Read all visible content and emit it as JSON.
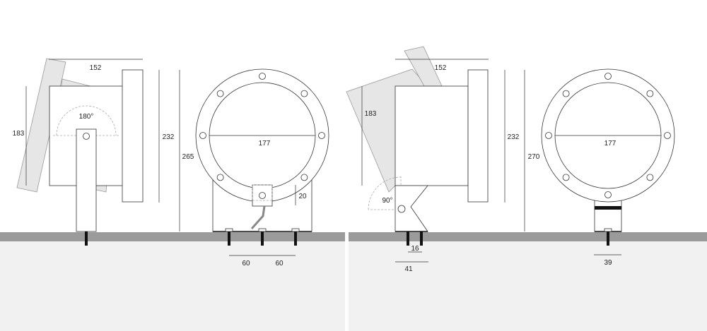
{
  "left_group": {
    "side_view": {
      "width": "152",
      "lens_height": "183",
      "tilt_angle": "180°",
      "flange_height": "232",
      "total_height": "265"
    },
    "front_view": {
      "diameter": "177",
      "offset": "20",
      "bolt_spacing_1": "60",
      "bolt_spacing_2": "60"
    }
  },
  "right_group": {
    "side_view": {
      "width": "152",
      "lens_height": "183",
      "tilt_angle": "90°",
      "flange_height": "232",
      "total_height": "270",
      "bolt_spacing": "16",
      "base_width": "41"
    },
    "front_view": {
      "diameter": "177",
      "base_width": "39"
    }
  },
  "colors": {
    "ground": "#9b9b9b",
    "floor": "#f1f1f1",
    "ghost": "#e6e6e6"
  }
}
